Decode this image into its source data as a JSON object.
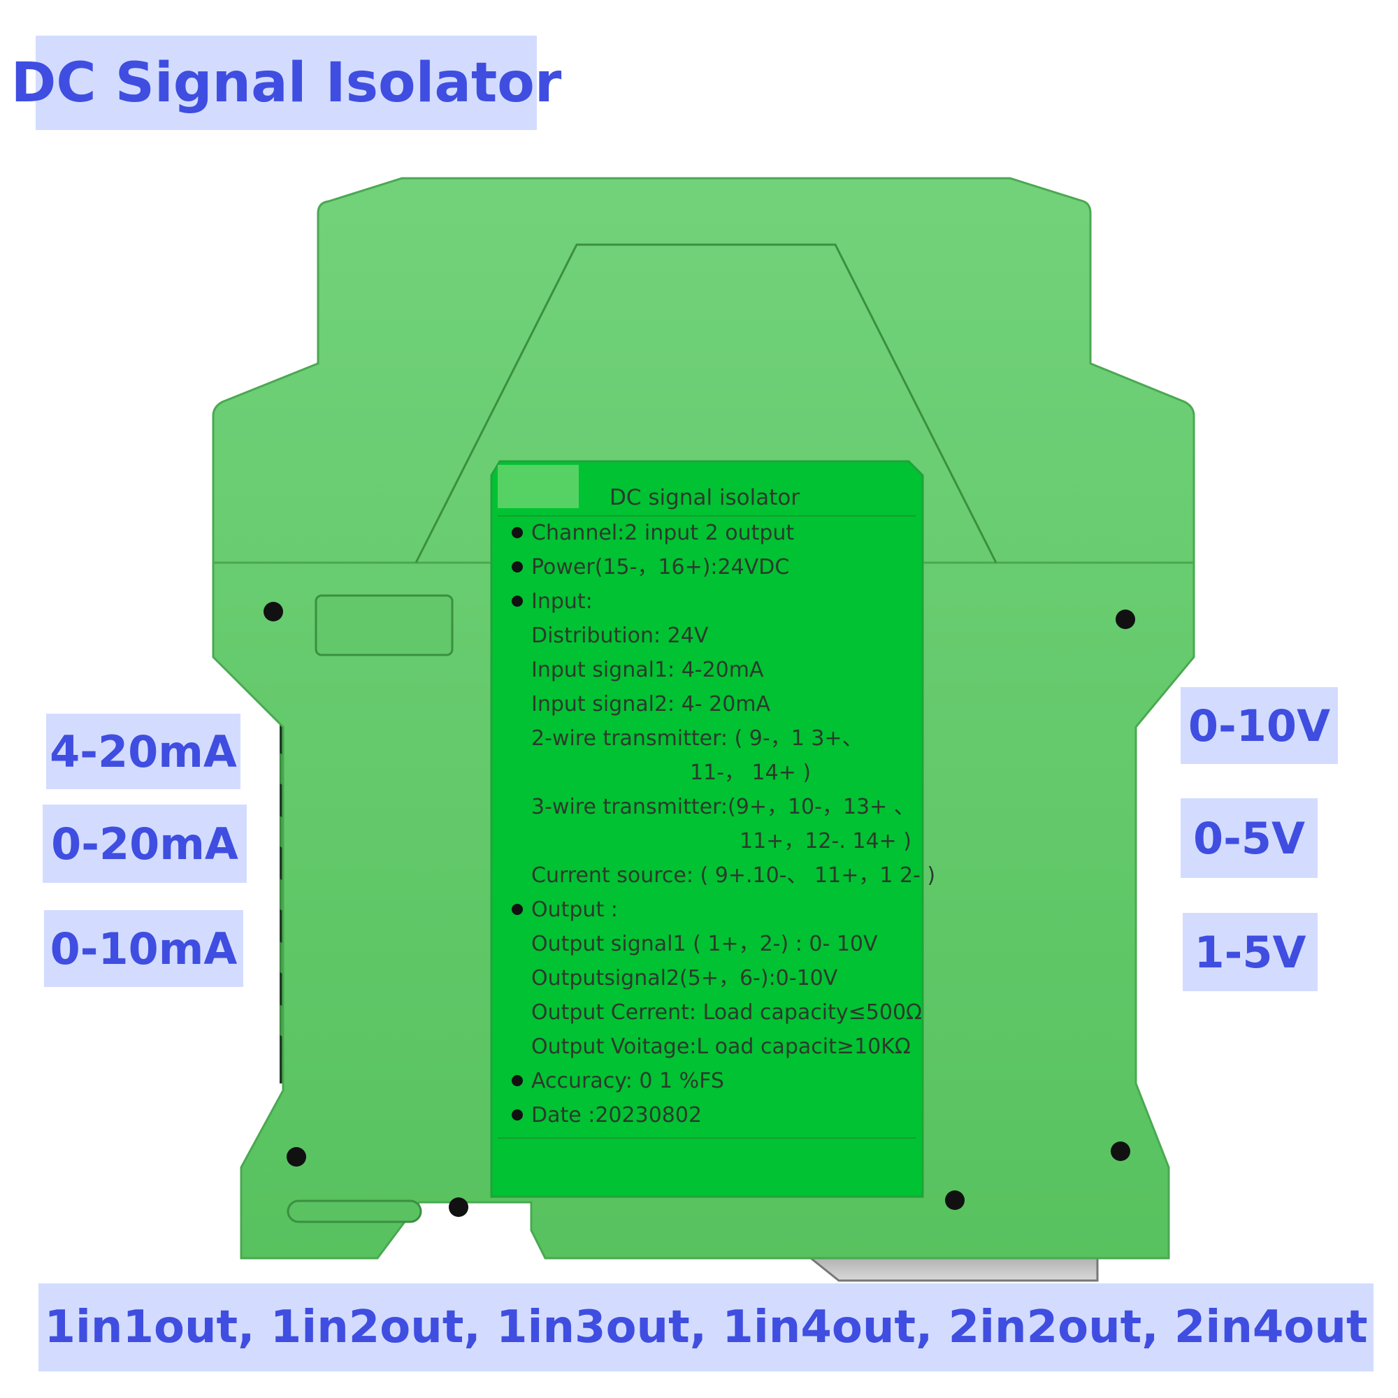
{
  "title": "DC Signal Isolator",
  "inputs": [
    "4-20mA",
    "0-20mA",
    "0-10mA"
  ],
  "outputs": [
    "0-10V",
    "0-5V",
    "1-5V"
  ],
  "variants": "1in1out, 1in2out, 1in3out, 1in4out, 2in2out, 2in4out",
  "label": {
    "heading": "DC signal isolator",
    "lines": [
      {
        "text": "Channel:2 input 2 output",
        "bullet": true
      },
      {
        "text": "Power(15-，16+):24VDC",
        "bullet": true
      },
      {
        "text": "Input:",
        "bullet": true
      },
      {
        "text": "Distribution: 24V",
        "bullet": false
      },
      {
        "text": "Input signal1: 4-20mA",
        "bullet": false
      },
      {
        "text": "Input signal2: 4- 20mA",
        "bullet": false
      },
      {
        "text": "2-wire transmitter: ( 9-，1 3+、",
        "bullet": false
      },
      {
        "text": "11-， 14+ )",
        "bullet": false,
        "indent": "deep1"
      },
      {
        "text": "3-wire transmitter:(9+，10-，13+ 、",
        "bullet": false
      },
      {
        "text": "11+，12-. 14+ )",
        "bullet": false,
        "indent": "deep2"
      },
      {
        "text": "Current source: ( 9+.10-、 11+，1 2- )",
        "bullet": false
      },
      {
        "text": "Output :",
        "bullet": true
      },
      {
        "text": "Output signal1 ( 1+，2-) : 0- 10V",
        "bullet": false
      },
      {
        "text": "Outputsignal2(5+，6-):0-10V",
        "bullet": false
      },
      {
        "text": "Output Cerrent: Load capacity≤500Ω",
        "bullet": false
      },
      {
        "text": "Output Voitage:L oad capacit≥10KΩ",
        "bullet": false
      },
      {
        "text": "Accuracy: 0 1 %FS",
        "bullet": true
      },
      {
        "text": "Date :20230802",
        "bullet": true
      }
    ]
  },
  "colors": {
    "tag_bg": "#d3dcff",
    "tag_text": "#3f4ee0",
    "housing": "#5fc867",
    "label": "#00c232"
  }
}
